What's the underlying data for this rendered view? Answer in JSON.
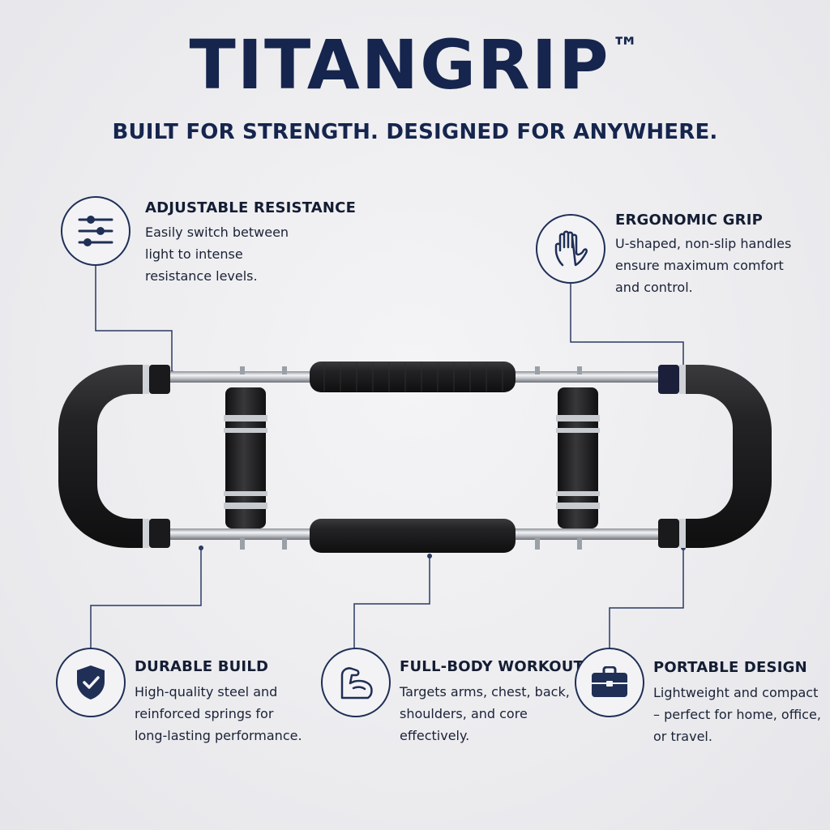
{
  "brand": {
    "name": "TITANGRIP",
    "trademark": "™"
  },
  "tagline": "BUILT FOR STRENGTH. DESIGNED FOR ANYWHERE.",
  "colors": {
    "navy": "#15254d",
    "line": "#1f2f56",
    "foam": "#1b1b1d",
    "steel": "#c9ccd1"
  },
  "features": {
    "adjustable": {
      "icon": "sliders-icon",
      "title": "ADJUSTABLE RESISTANCE",
      "lines": [
        "Easily switch between",
        "light to intense",
        "resistance levels."
      ]
    },
    "ergonomic": {
      "icon": "hand-icon",
      "title": "ERGONOMIC GRIP",
      "lines": [
        "U-shaped, non-slip handles",
        "ensure maximum comfort",
        "and control."
      ]
    },
    "durable": {
      "icon": "shield-check-icon",
      "title": "DURABLE BUILD",
      "lines": [
        "High-quality steel and",
        "reinforced springs for",
        "long-lasting performance."
      ]
    },
    "fullbody": {
      "icon": "flexed-arm-icon",
      "title": "FULL-BODY WORKOUT",
      "lines": [
        "Targets arms, chest, back,",
        "shoulders, and core",
        "effectively."
      ]
    },
    "portable": {
      "icon": "briefcase-icon",
      "title": "PORTABLE DESIGN",
      "lines": [
        "Lightweight and compact",
        "– perfect for home, office,",
        "or travel."
      ]
    }
  }
}
